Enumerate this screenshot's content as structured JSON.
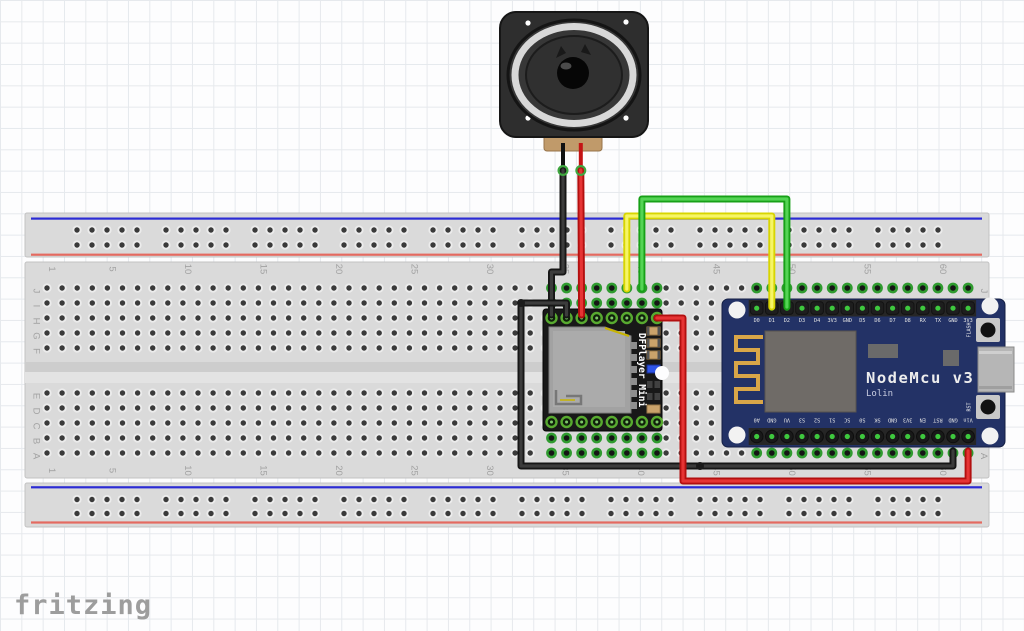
{
  "watermark": "fritzing",
  "breadboard": {
    "row_letters_top_group": [
      "J",
      "I",
      "H",
      "G",
      "F"
    ],
    "row_letters_bottom_group": [
      "E",
      "D",
      "C",
      "B",
      "A"
    ],
    "column_numbers": [
      "1",
      "5",
      "10",
      "15",
      "20",
      "25",
      "30",
      "35",
      "40",
      "45",
      "50",
      "55",
      "60"
    ]
  },
  "speaker": {
    "name": "speaker"
  },
  "dfplayer": {
    "label": "DFPlayer Mini"
  },
  "nodemcu": {
    "title": "NodeMcu v3",
    "subtitle": "Lolin",
    "flash_button": "FLASH",
    "rst_button": "RST",
    "top_pins": [
      "D0",
      "D1",
      "D2",
      "D3",
      "D4",
      "3V3",
      "GND",
      "D5",
      "D6",
      "D7",
      "D8",
      "RX",
      "TX",
      "GND",
      "3V3"
    ],
    "bottom_pins": [
      "A0",
      "GND",
      "VU",
      "S3",
      "S2",
      "S1",
      "SC",
      "S0",
      "SK",
      "GND",
      "3V3",
      "EN",
      "RST",
      "GND",
      "Vin"
    ]
  },
  "wires": [
    {
      "color": "black",
      "from": "speaker",
      "to": "DFPlayer Mini"
    },
    {
      "color": "red",
      "from": "speaker",
      "to": "DFPlayer Mini"
    },
    {
      "color": "black",
      "from": "DFPlayer Mini",
      "to": "NodeMcu GND"
    },
    {
      "color": "red",
      "from": "DFPlayer Mini",
      "to": "NodeMcu Vin"
    },
    {
      "color": "yellow",
      "from": "DFPlayer Mini",
      "to": "NodeMcu D1"
    },
    {
      "color": "green",
      "from": "DFPlayer Mini",
      "to": "NodeMcu D2"
    }
  ],
  "colors": {
    "background": "#ffffff",
    "grid": "#e6e9ed",
    "breadboard_body": "#dadada",
    "rail_blue": "#2b2bd4",
    "rail_red": "#e46a60",
    "connected_green": "#2f9b2f",
    "wire_black": "#161616",
    "wire_red": "#c41414",
    "wire_yellow": "#ecea00",
    "wire_green": "#22b122",
    "nodemcu_board": "#233266",
    "antenna_gold": "#d9a648",
    "dfplayer_board": "#181818",
    "speaker_body": "#2e2e2e",
    "terminal_tan": "#c09a6a"
  }
}
